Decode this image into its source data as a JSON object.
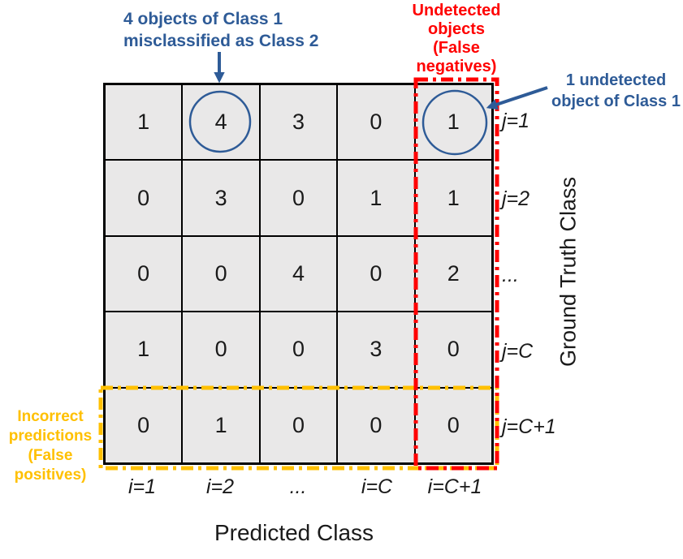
{
  "figure": {
    "x_axis_title": "Predicted Class",
    "y_axis_title": "Ground Truth Class"
  },
  "matrix": {
    "col_labels": [
      "i=1",
      "i=2",
      "...",
      "i=C",
      "i=C+1"
    ],
    "row_labels": [
      "j=1",
      "j=2",
      "...",
      "j=C",
      "j=C+1"
    ],
    "rows": [
      [
        "1",
        "4",
        "3",
        "0",
        "1"
      ],
      [
        "0",
        "3",
        "0",
        "1",
        "1"
      ],
      [
        "0",
        "0",
        "4",
        "0",
        "2"
      ],
      [
        "1",
        "0",
        "0",
        "3",
        "0"
      ],
      [
        "0",
        "1",
        "0",
        "0",
        "0"
      ]
    ]
  },
  "annotations": {
    "misclassified": {
      "lines": [
        "4 objects of Class 1",
        "misclassified as Class 2"
      ]
    },
    "false_negatives": {
      "lines": [
        "Undetected",
        "objects",
        "(False",
        "negatives)"
      ]
    },
    "undetected_object": {
      "lines": [
        "1 undetected",
        "object of Class 1"
      ]
    },
    "false_positives": {
      "lines": [
        "Incorrect",
        "predictions",
        "(False",
        "positives)"
      ]
    }
  },
  "colors": {
    "annotation_blue": "#2E5B97",
    "false_negative_red": "#FF0000",
    "false_positive_yellow": "#FFC000",
    "cell_fill": "#E9E8E8",
    "grid_line": "#000000"
  }
}
